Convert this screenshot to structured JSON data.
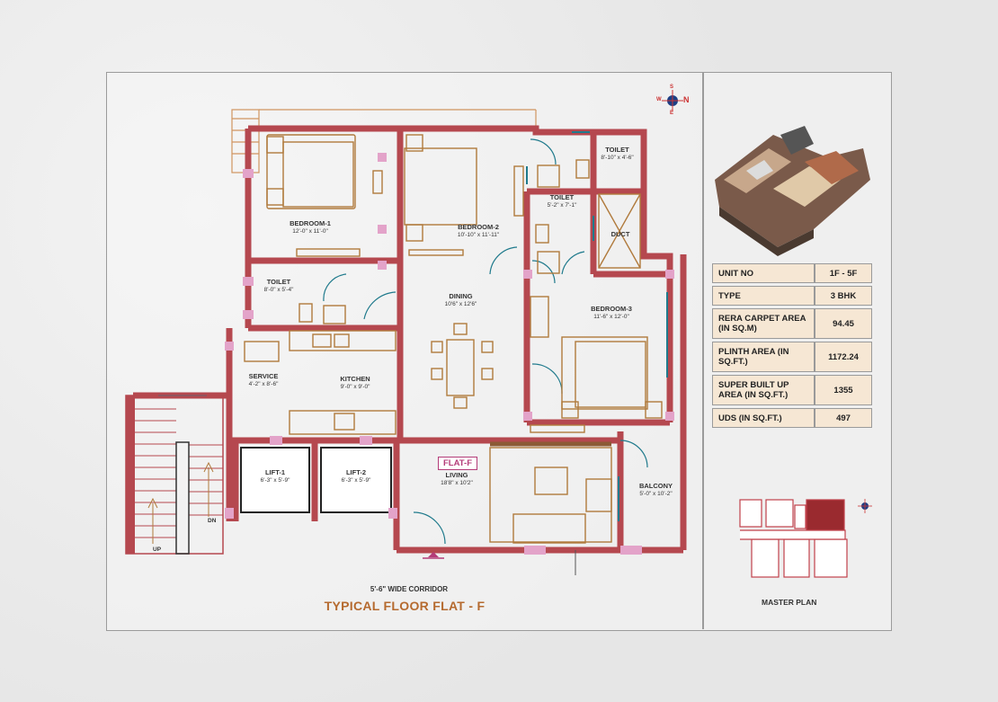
{
  "flat_tag": "FLAT-F",
  "rooms": {
    "bedroom1": {
      "name": "BEDROOM-1",
      "dim": "12'-0\" x 11'-0\""
    },
    "bedroom2": {
      "name": "BEDROOM-2",
      "dim": "10'-10\" x 11'-11\""
    },
    "toilet_top": {
      "name": "TOILET",
      "dim": "8'-10\" x 4'-6\""
    },
    "toilet_mid": {
      "name": "TOILET",
      "dim": "5'-2\" x 7'-1\""
    },
    "duct": {
      "name": "DUCT"
    },
    "toilet_left": {
      "name": "TOILET",
      "dim": "8'-0\" x 5'-4\""
    },
    "dining": {
      "name": "DINING",
      "dim": "10'6\" x 12'6\""
    },
    "bedroom3": {
      "name": "BEDROOM-3",
      "dim": "11'-6\" x 12'-0\""
    },
    "service": {
      "name": "SERVICE",
      "dim": "4'-2\" x 8'-6\""
    },
    "kitchen": {
      "name": "KITCHEN",
      "dim": "9'-0\" x 9'-0\""
    },
    "lift1": {
      "name": "LIFT-1",
      "dim": "6'-3\" x 5'-9\""
    },
    "lift2": {
      "name": "LIFT-2",
      "dim": "6'-3\" x 5'-9\""
    },
    "living": {
      "name": "LIVING",
      "dim": "18'8\" x 10'2\""
    },
    "balcony": {
      "name": "BALCONY",
      "dim": "5'-0\" x 10'-2\""
    }
  },
  "stairs": {
    "up": "UP",
    "dn": "DN"
  },
  "corridor": "5'-6\" WIDE CORRIDOR",
  "title": "TYPICAL FLOOR FLAT - F",
  "compass": {
    "n": "N",
    "s": "S",
    "e": "E",
    "w": "W"
  },
  "spec": [
    {
      "label": "UNIT NO",
      "value": "1F - 5F"
    },
    {
      "label": "TYPE",
      "value": "3 BHK"
    },
    {
      "label": "RERA CARPET AREA (IN SQ.M)",
      "value": "94.45"
    },
    {
      "label": "PLINTH AREA (IN SQ.FT.)",
      "value": "1172.24"
    },
    {
      "label": "SUPER BUILT UP AREA (IN SQ.FT.)",
      "value": "1355"
    },
    {
      "label": "UDS (IN SQ.FT.)",
      "value": "497"
    }
  ],
  "master_plan_label": "MASTER PLAN",
  "colors": {
    "wall": "#b5484f",
    "window": "#e3a3c9",
    "door": "#1f7a8c",
    "furniture": "#b07a3c",
    "title": "#b56a2f",
    "table_bg": "#f6e7d4"
  }
}
